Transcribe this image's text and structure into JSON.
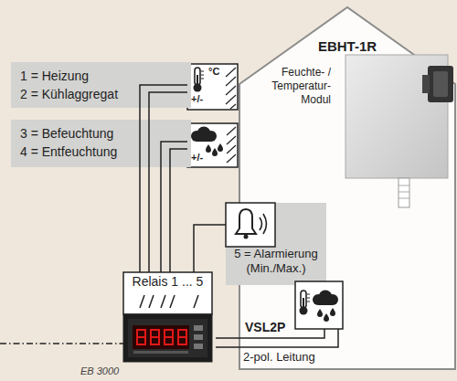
{
  "diagram": {
    "nodes": [
      {
        "text": [
          "1 = Heizung",
          "2 = Kühlaggregat"
        ]
      },
      {
        "text": [
          "°C",
          "+/-"
        ]
      },
      {
        "text": [
          "3 = Befeuchtung",
          "4 = Entfeuchtung"
        ]
      },
      {
        "text": [
          "+/-"
        ]
      },
      {
        "text": [
          "EBHT-1R",
          "Feuchte- / Temperatur-Modul"
        ]
      },
      {
        "text": [
          "5 = Alarmierung (Min./Max.)"
        ]
      },
      {
        "text": [
          "Relais 1 ... 5"
        ]
      }
    ],
    "edges": [
      {
        "from": 6,
        "to": 1,
        "arrow": "none"
      },
      {
        "from": 6,
        "to": 1,
        "arrow": "none"
      },
      {
        "from": 6,
        "to": 3,
        "arrow": "none"
      },
      {
        "from": 6,
        "to": 3,
        "arrow": "none"
      },
      {
        "from": 6,
        "to": 5,
        "arrow": "none"
      },
      {
        "from": 6,
        "to": 4,
        "arrow": "none"
      },
      {
        "from": 6,
        "to": 4,
        "arrow": "none"
      }
    ],
    "labels": [
      "VSL2P",
      "2-pol. Leitung",
      "EB 3000"
    ]
  }
}
